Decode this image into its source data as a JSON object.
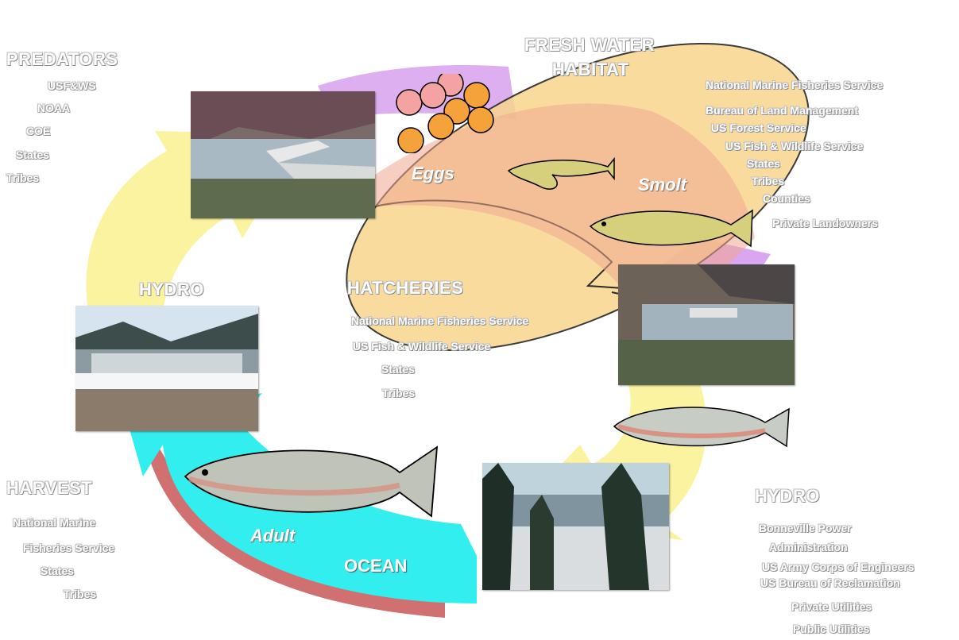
{
  "predators": {
    "heading": "PREDATORS",
    "agencies": [
      "USF&WS",
      "NOAA",
      "COE",
      "States",
      "Tribes"
    ]
  },
  "fresh_water": {
    "heading_line1": "FRESH WATER",
    "heading_line2": "HABITAT",
    "agencies": [
      "National Marine Fisheries  Service",
      "Bureau of Land Management",
      "US Forest Service",
      "US Fish & Wildlife Service",
      "States",
      "Tribes",
      "Counties",
      "Private Landowners"
    ]
  },
  "hatcheries": {
    "heading": "HATCHERIES",
    "agencies": [
      "National Marine Fisheries  Service",
      "US Fish & Wildlife Service",
      "States",
      "Tribes"
    ]
  },
  "hydro_left": {
    "heading": "HYDRO"
  },
  "hydro_right": {
    "heading": "HYDRO",
    "agencies": [
      "Bonneville Power",
      "Administration",
      "US Army Corps of Engineers",
      "US Bureau of Reclamation",
      "Private Utilities",
      "Public Utilities"
    ]
  },
  "harvest": {
    "heading": "HARVEST",
    "agencies": [
      "National Marine",
      "Fisheries Service",
      "States",
      "Tribes"
    ]
  },
  "life_stages": {
    "eggs": "Eggs",
    "smolt": "Smolt",
    "adult": "Adult",
    "ocean": "OCEAN"
  },
  "colors": {
    "hydro_arrow": "#fbf3a0",
    "ocean_arrow": "#33eeee",
    "habitat_oval": "#f7d58c",
    "purple_band": "#d9a6f0"
  }
}
